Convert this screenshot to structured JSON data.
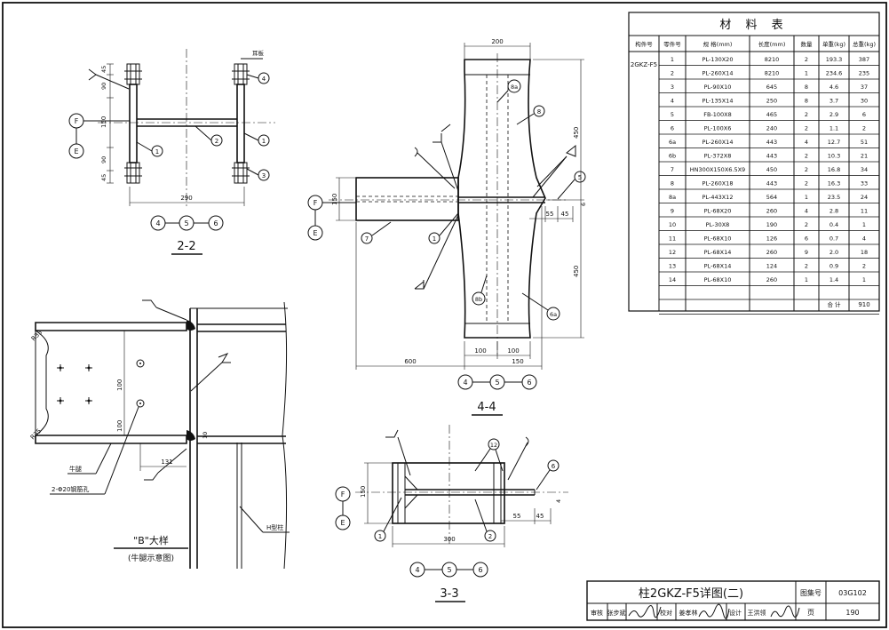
{
  "material_table": {
    "title": "材 料 表",
    "headers": [
      "构件号",
      "零件号",
      "规 格(mm)",
      "长度(mm)",
      "数量",
      "单重(kg)",
      "总重(kg)"
    ],
    "member": "2GKZ-F5",
    "rows": [
      [
        "1",
        "PL-130X20",
        "8210",
        "2",
        "193.3",
        "387"
      ],
      [
        "2",
        "PL-260X14",
        "8210",
        "1",
        "234.6",
        "235"
      ],
      [
        "3",
        "PL-90X10",
        "645",
        "8",
        "4.6",
        "37"
      ],
      [
        "4",
        "PL-135X14",
        "250",
        "8",
        "3.7",
        "30"
      ],
      [
        "5",
        "FB-100X8",
        "465",
        "2",
        "2.9",
        "6"
      ],
      [
        "6",
        "PL-100X6",
        "240",
        "2",
        "1.1",
        "2"
      ],
      [
        "6a",
        "PL-260X14",
        "443",
        "4",
        "12.7",
        "51"
      ],
      [
        "6b",
        "PL-372X8",
        "443",
        "2",
        "10.3",
        "21"
      ],
      [
        "7",
        "HN300X150X6.5X9",
        "450",
        "2",
        "16.8",
        "34"
      ],
      [
        "8",
        "PL-260X18",
        "443",
        "2",
        "16.3",
        "33"
      ],
      [
        "8a",
        "PL-443X12",
        "564",
        "1",
        "23.5",
        "24"
      ],
      [
        "9",
        "PL-68X20",
        "260",
        "4",
        "2.8",
        "11"
      ],
      [
        "10",
        "PL-30X8",
        "190",
        "2",
        "0.4",
        "1"
      ],
      [
        "11",
        "PL-68X10",
        "126",
        "6",
        "0.7",
        "4"
      ],
      [
        "12",
        "PL-68X14",
        "260",
        "9",
        "2.0",
        "18"
      ],
      [
        "13",
        "PL-68X14",
        "124",
        "2",
        "0.9",
        "2"
      ],
      [
        "14",
        "PL-68X10",
        "260",
        "1",
        "1.4",
        "1"
      ]
    ],
    "total_label": "合 计",
    "total_value": "910"
  },
  "title_block": {
    "title": "柱2GKZ-F5详图(二)",
    "atlas_label": "图集号",
    "atlas_no": "03G102",
    "page_label": "页",
    "page_no": "190",
    "roles": [
      "审核",
      "张步斌",
      "校对",
      "姜孝林",
      "设计",
      "王洪领"
    ]
  },
  "section_2_2": {
    "label": "2-2",
    "dims": [
      "45",
      "90",
      "150",
      "90",
      "45",
      "290"
    ],
    "note_ear": "耳板",
    "grids": [
      "F",
      "E"
    ],
    "axes": [
      "4",
      "5",
      "6"
    ],
    "parts": [
      "4",
      "1",
      "2",
      "1",
      "3"
    ]
  },
  "section_4_4": {
    "label": "4-4",
    "dims": [
      "200",
      "450",
      "450",
      "150",
      "55",
      "45",
      "6",
      "600",
      "100",
      "100",
      "150"
    ],
    "grids": [
      "F",
      "E"
    ],
    "axes": [
      "4",
      "5",
      "6"
    ],
    "parts": [
      "8a",
      "8",
      "5",
      "7",
      "1",
      "8b",
      "6a"
    ]
  },
  "detail_b": {
    "label": "\"B\"大样",
    "sublabel": "(牛腿示意图)",
    "dims": [
      "R35",
      "100",
      "100",
      "131",
      "R35",
      "10"
    ],
    "note_bracket": "牛腿",
    "note_holes": "2-Φ20钢筋孔",
    "note_column": "H型柱"
  },
  "section_3_3": {
    "label": "3-3",
    "dims": [
      "150",
      "55",
      "45",
      "300",
      "4"
    ],
    "grids": [
      "F",
      "E"
    ],
    "axes": [
      "4",
      "5",
      "6"
    ],
    "parts": [
      "12",
      "6",
      "1",
      "2"
    ]
  }
}
